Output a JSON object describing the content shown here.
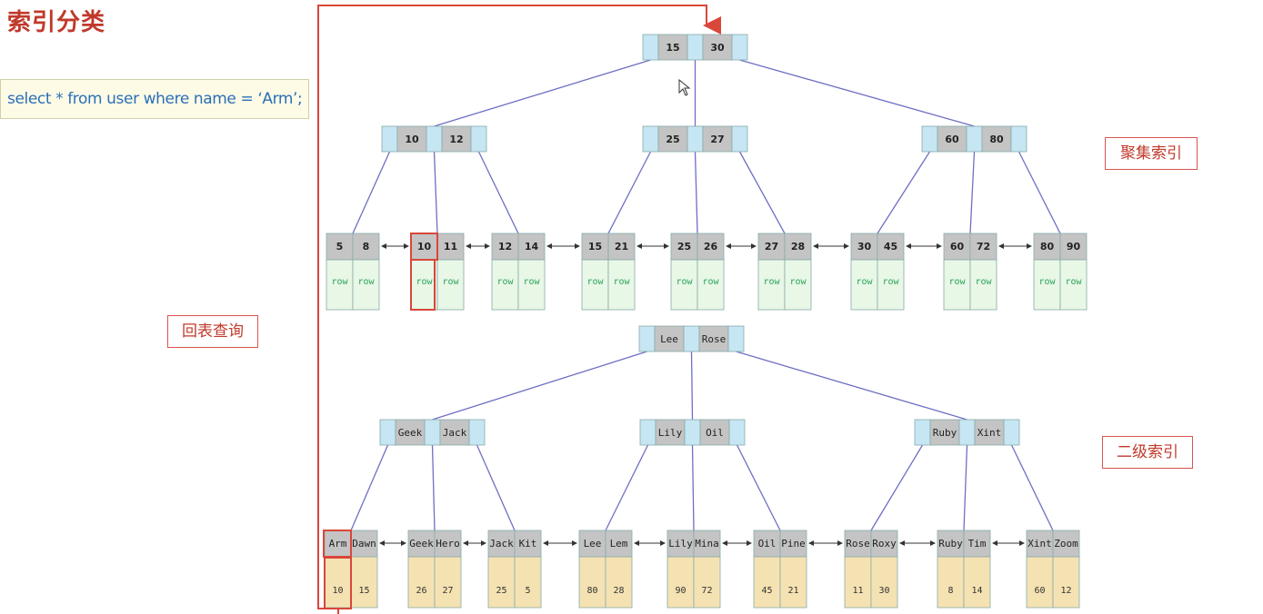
{
  "page_title": "索引分类",
  "sql_query": "select * from user where name = ‘Arm’;",
  "labels": {
    "clustered_index": "聚集索引",
    "secondary_index": "二级索引",
    "table_lookup": "回表查询"
  },
  "clustered_tree": {
    "root": [
      "15",
      "30"
    ],
    "internal": [
      [
        "10",
        "12"
      ],
      [
        "25",
        "27"
      ],
      [
        "60",
        "80"
      ]
    ],
    "leaves": [
      [
        "5",
        "8"
      ],
      [
        "10",
        "11"
      ],
      [
        "12",
        "14"
      ],
      [
        "15",
        "21"
      ],
      [
        "25",
        "26"
      ],
      [
        "27",
        "28"
      ],
      [
        "30",
        "45"
      ],
      [
        "60",
        "72"
      ],
      [
        "80",
        "90"
      ]
    ],
    "row_label": "row"
  },
  "secondary_tree": {
    "root": [
      "Lee",
      "Rose"
    ],
    "internal": [
      [
        "Geek",
        "Jack"
      ],
      [
        "Lily",
        "Oil"
      ],
      [
        "Ruby",
        "Xint"
      ]
    ],
    "leaves": [
      [
        "Arm",
        "Dawn"
      ],
      [
        "Geek",
        "Hero"
      ],
      [
        "Jack",
        "Kit"
      ],
      [
        "Lee",
        "Lem"
      ],
      [
        "Lily",
        "Mina"
      ],
      [
        "Oil",
        "Pine"
      ],
      [
        "Rose",
        "Roxy"
      ],
      [
        "Ruby",
        "Tim"
      ],
      [
        "Xint",
        "Zoom"
      ]
    ],
    "values": [
      [
        "10",
        "15"
      ],
      [
        "26",
        "27"
      ],
      [
        "25",
        "5"
      ],
      [
        "80",
        "28"
      ],
      [
        "90",
        "72"
      ],
      [
        "45",
        "21"
      ],
      [
        "11",
        "30"
      ],
      [
        "8",
        "14"
      ],
      [
        "60",
        "12"
      ]
    ]
  },
  "colors": {
    "accent_red": "#d9463a",
    "edge": "#6f6fc4",
    "pointer_cell": "#c5e6f2",
    "key_cell": "#c4c4c4",
    "row_cell": "#e8f7e6",
    "value_cell": "#f5e2b2"
  }
}
